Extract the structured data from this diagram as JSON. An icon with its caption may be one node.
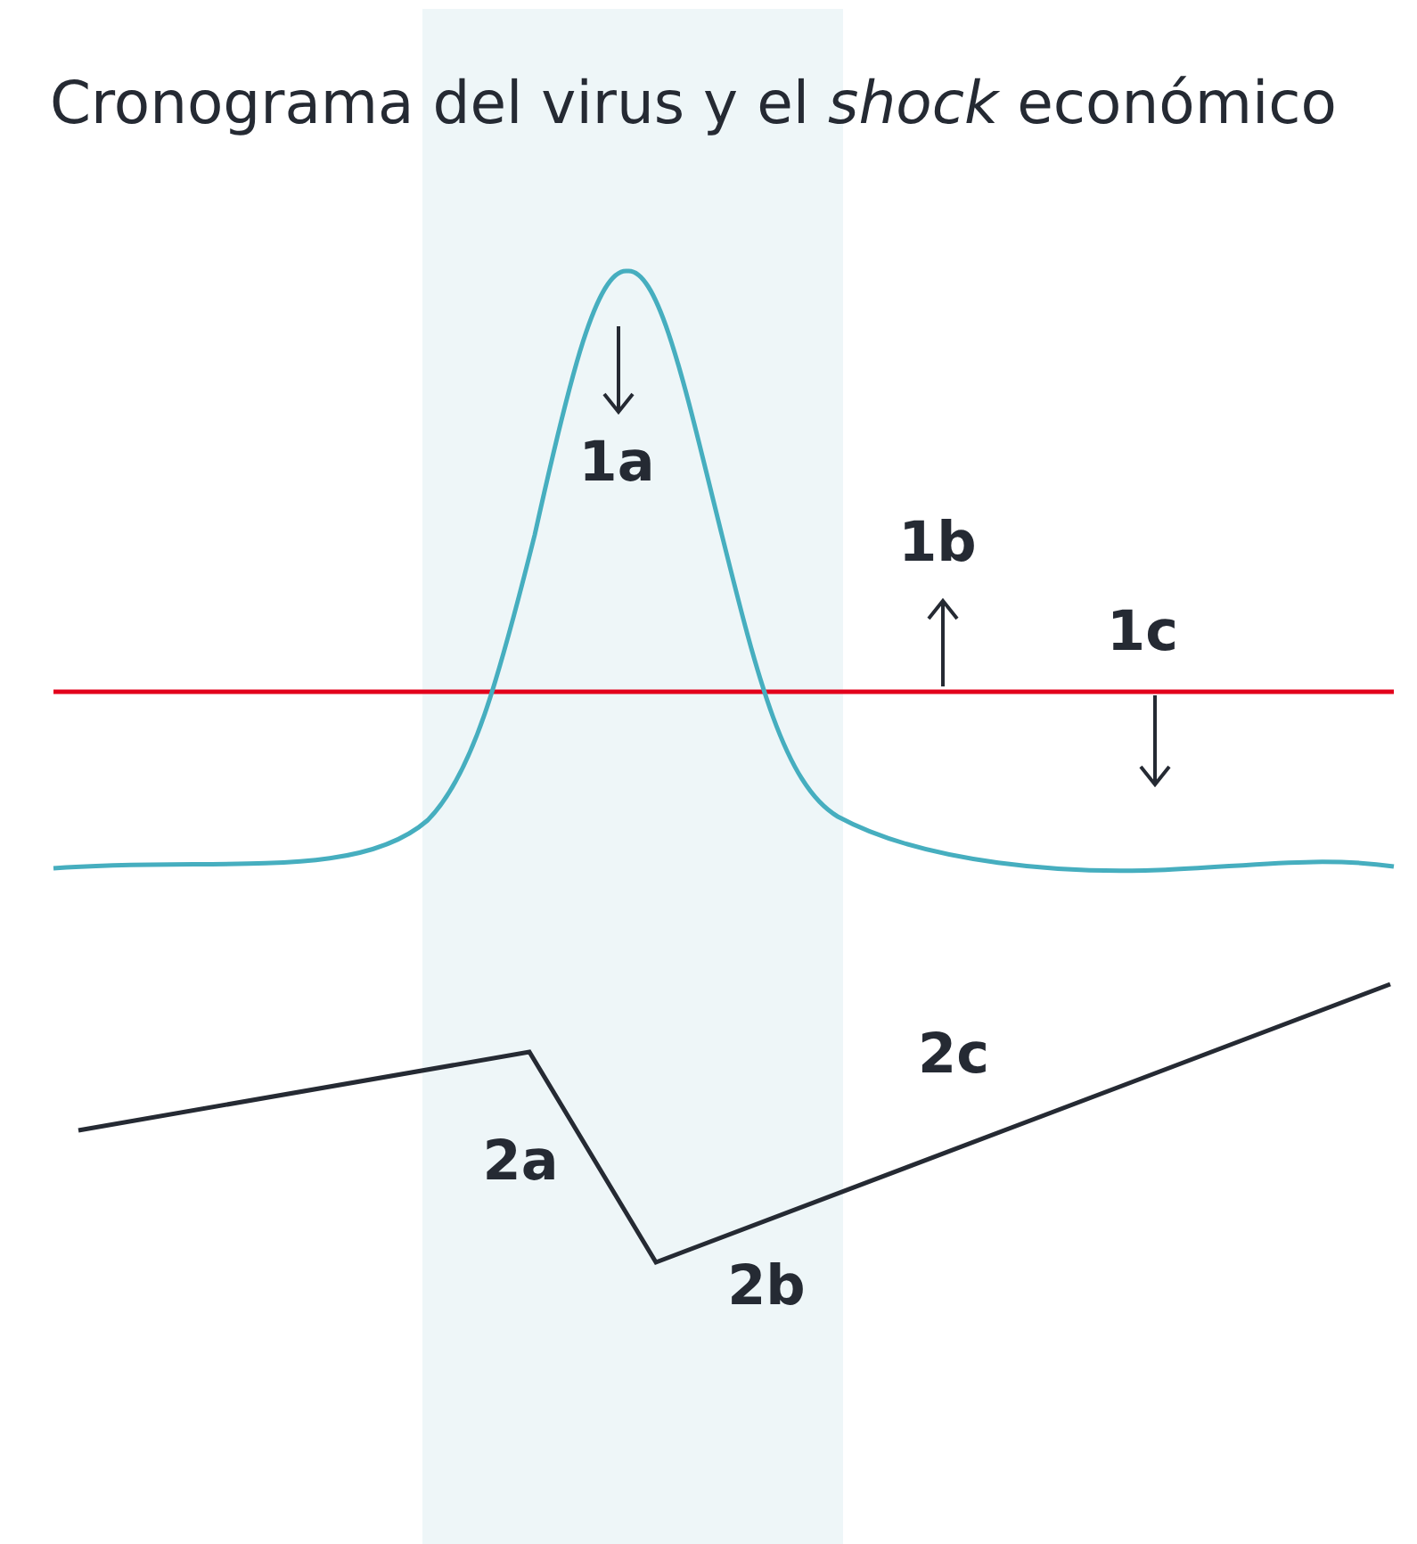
{
  "diagram": {
    "title": "Cronograma del virus y el *shock* económico",
    "labels": [
      "1a",
      "1b",
      "1c",
      "2a",
      "2b",
      "2c"
    ]
  }
}
